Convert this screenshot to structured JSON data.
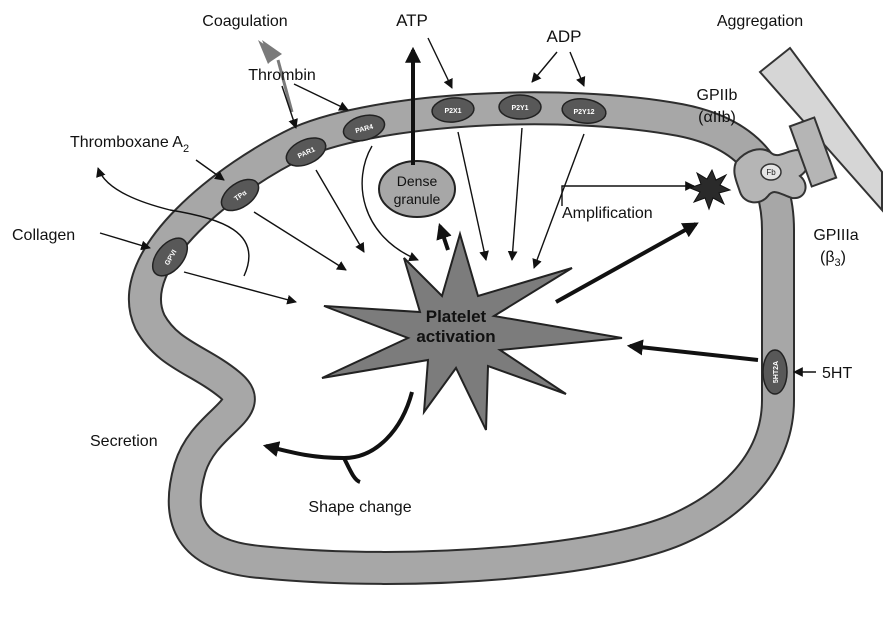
{
  "labels": {
    "coagulation": "Coagulation",
    "atp": "ATP",
    "adp": "ADP",
    "aggregation": "Aggregation",
    "thrombin": "Thrombin",
    "thromboxane": "Thromboxane A",
    "thromboxane_sub": "2",
    "collagen": "Collagen",
    "dense_granule_1": "Dense",
    "dense_granule_2": "granule",
    "amplification": "Amplification",
    "gpiib": "GPIIb",
    "gpiib_alt": "(αIIb)",
    "gpiiia": "GPIIIa",
    "gpiiia_alt_1": "(β",
    "gpiiia_alt_sub": "3",
    "gpiiia_alt_2": ")",
    "platelet_1": "Platelet",
    "platelet_2": "activation",
    "secretion": "Secretion",
    "shape_change": "Shape change",
    "five_ht": "5HT",
    "fibrinogen": "Fb"
  },
  "receptors": {
    "gpvi": "GPVI",
    "tpa": "TPα",
    "par1": "PAR1",
    "par4": "PAR4",
    "p2x1": "P2X1",
    "p2y1": "P2Y1",
    "p2y12": "P2Y12",
    "ht2a": "5HT2A"
  },
  "colors": {
    "membrane_fill": "#a7a7a7",
    "membrane_edge": "#333333",
    "receptor_fill": "#585858",
    "star_fill": "#7c7c7c",
    "vessel_fill": "#d6d6d6",
    "arrow": "#111111",
    "coag_arrow": "#7a7a7a"
  }
}
